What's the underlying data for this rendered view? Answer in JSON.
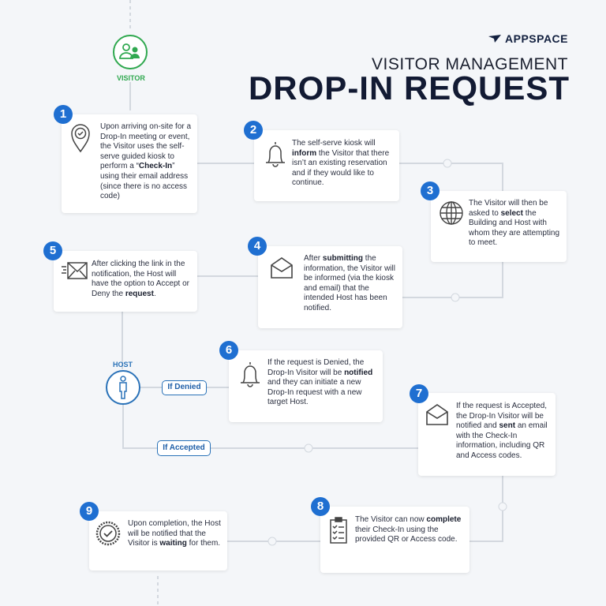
{
  "brand": {
    "name": "APPSPACE"
  },
  "header": {
    "subtitle": "VISITOR MANAGEMENT",
    "title": "DROP-IN REQUEST"
  },
  "roles": {
    "visitor": "VISITOR",
    "host": "HOST"
  },
  "branches": {
    "denied": "If Denied",
    "accepted": "If Accepted"
  },
  "colors": {
    "accent": "#1f6fd1",
    "visitor": "#2fa84f",
    "host": "#2a72b8",
    "title": "#121a33",
    "background": "#f4f6f9"
  },
  "steps": [
    {
      "number": "1",
      "icon": "location-check-icon",
      "pre": "Upon arriving on-site for a Drop-In meeting or event, the Visitor uses the self-serve guided kiosk to perform a “",
      "bold": "Check-In",
      "post": "” using their email address (since there is no access code)"
    },
    {
      "number": "2",
      "icon": "bell-icon",
      "pre": "The self-serve kiosk will ",
      "bold": "inform",
      "post": " the Visitor that there isn’t an existing reservation and if they would like to continue."
    },
    {
      "number": "3",
      "icon": "globe-icon",
      "pre": "The Visitor will then be asked to ",
      "bold": "select",
      "post": " the Building and Host with whom they are attempting to meet."
    },
    {
      "number": "4",
      "icon": "open-envelope-icon",
      "pre": "After ",
      "bold": "submitting",
      "post": " the information, the Visitor will be informed (via the kiosk and email) that the intended Host has been notified."
    },
    {
      "number": "5",
      "icon": "fast-mail-icon",
      "pre": "After clicking the link in the notification, the Host will have the option to Accept or Deny the ",
      "bold": "request",
      "post": "."
    },
    {
      "number": "6",
      "icon": "bell-icon",
      "pre": "If the request is Denied, the Drop-In Visitor will be ",
      "bold": "notified",
      "post": " and they can initiate a new Drop-In request with a new target Host."
    },
    {
      "number": "7",
      "icon": "open-envelope-icon",
      "pre": "If the request is Accepted, the Drop-In Visitor will be notified and ",
      "bold": "sent",
      "post": " an email with the Check-In information, including QR and Access codes."
    },
    {
      "number": "8",
      "icon": "clipboard-checklist-icon",
      "pre": "The Visitor can now ",
      "bold": "complete",
      "post": " their Check-In using the provided QR or Access code."
    },
    {
      "number": "9",
      "icon": "check-seal-icon",
      "pre": "Upon completion, the Host will be notified that the Visitor is ",
      "bold": "waiting",
      "post": " for them."
    }
  ]
}
